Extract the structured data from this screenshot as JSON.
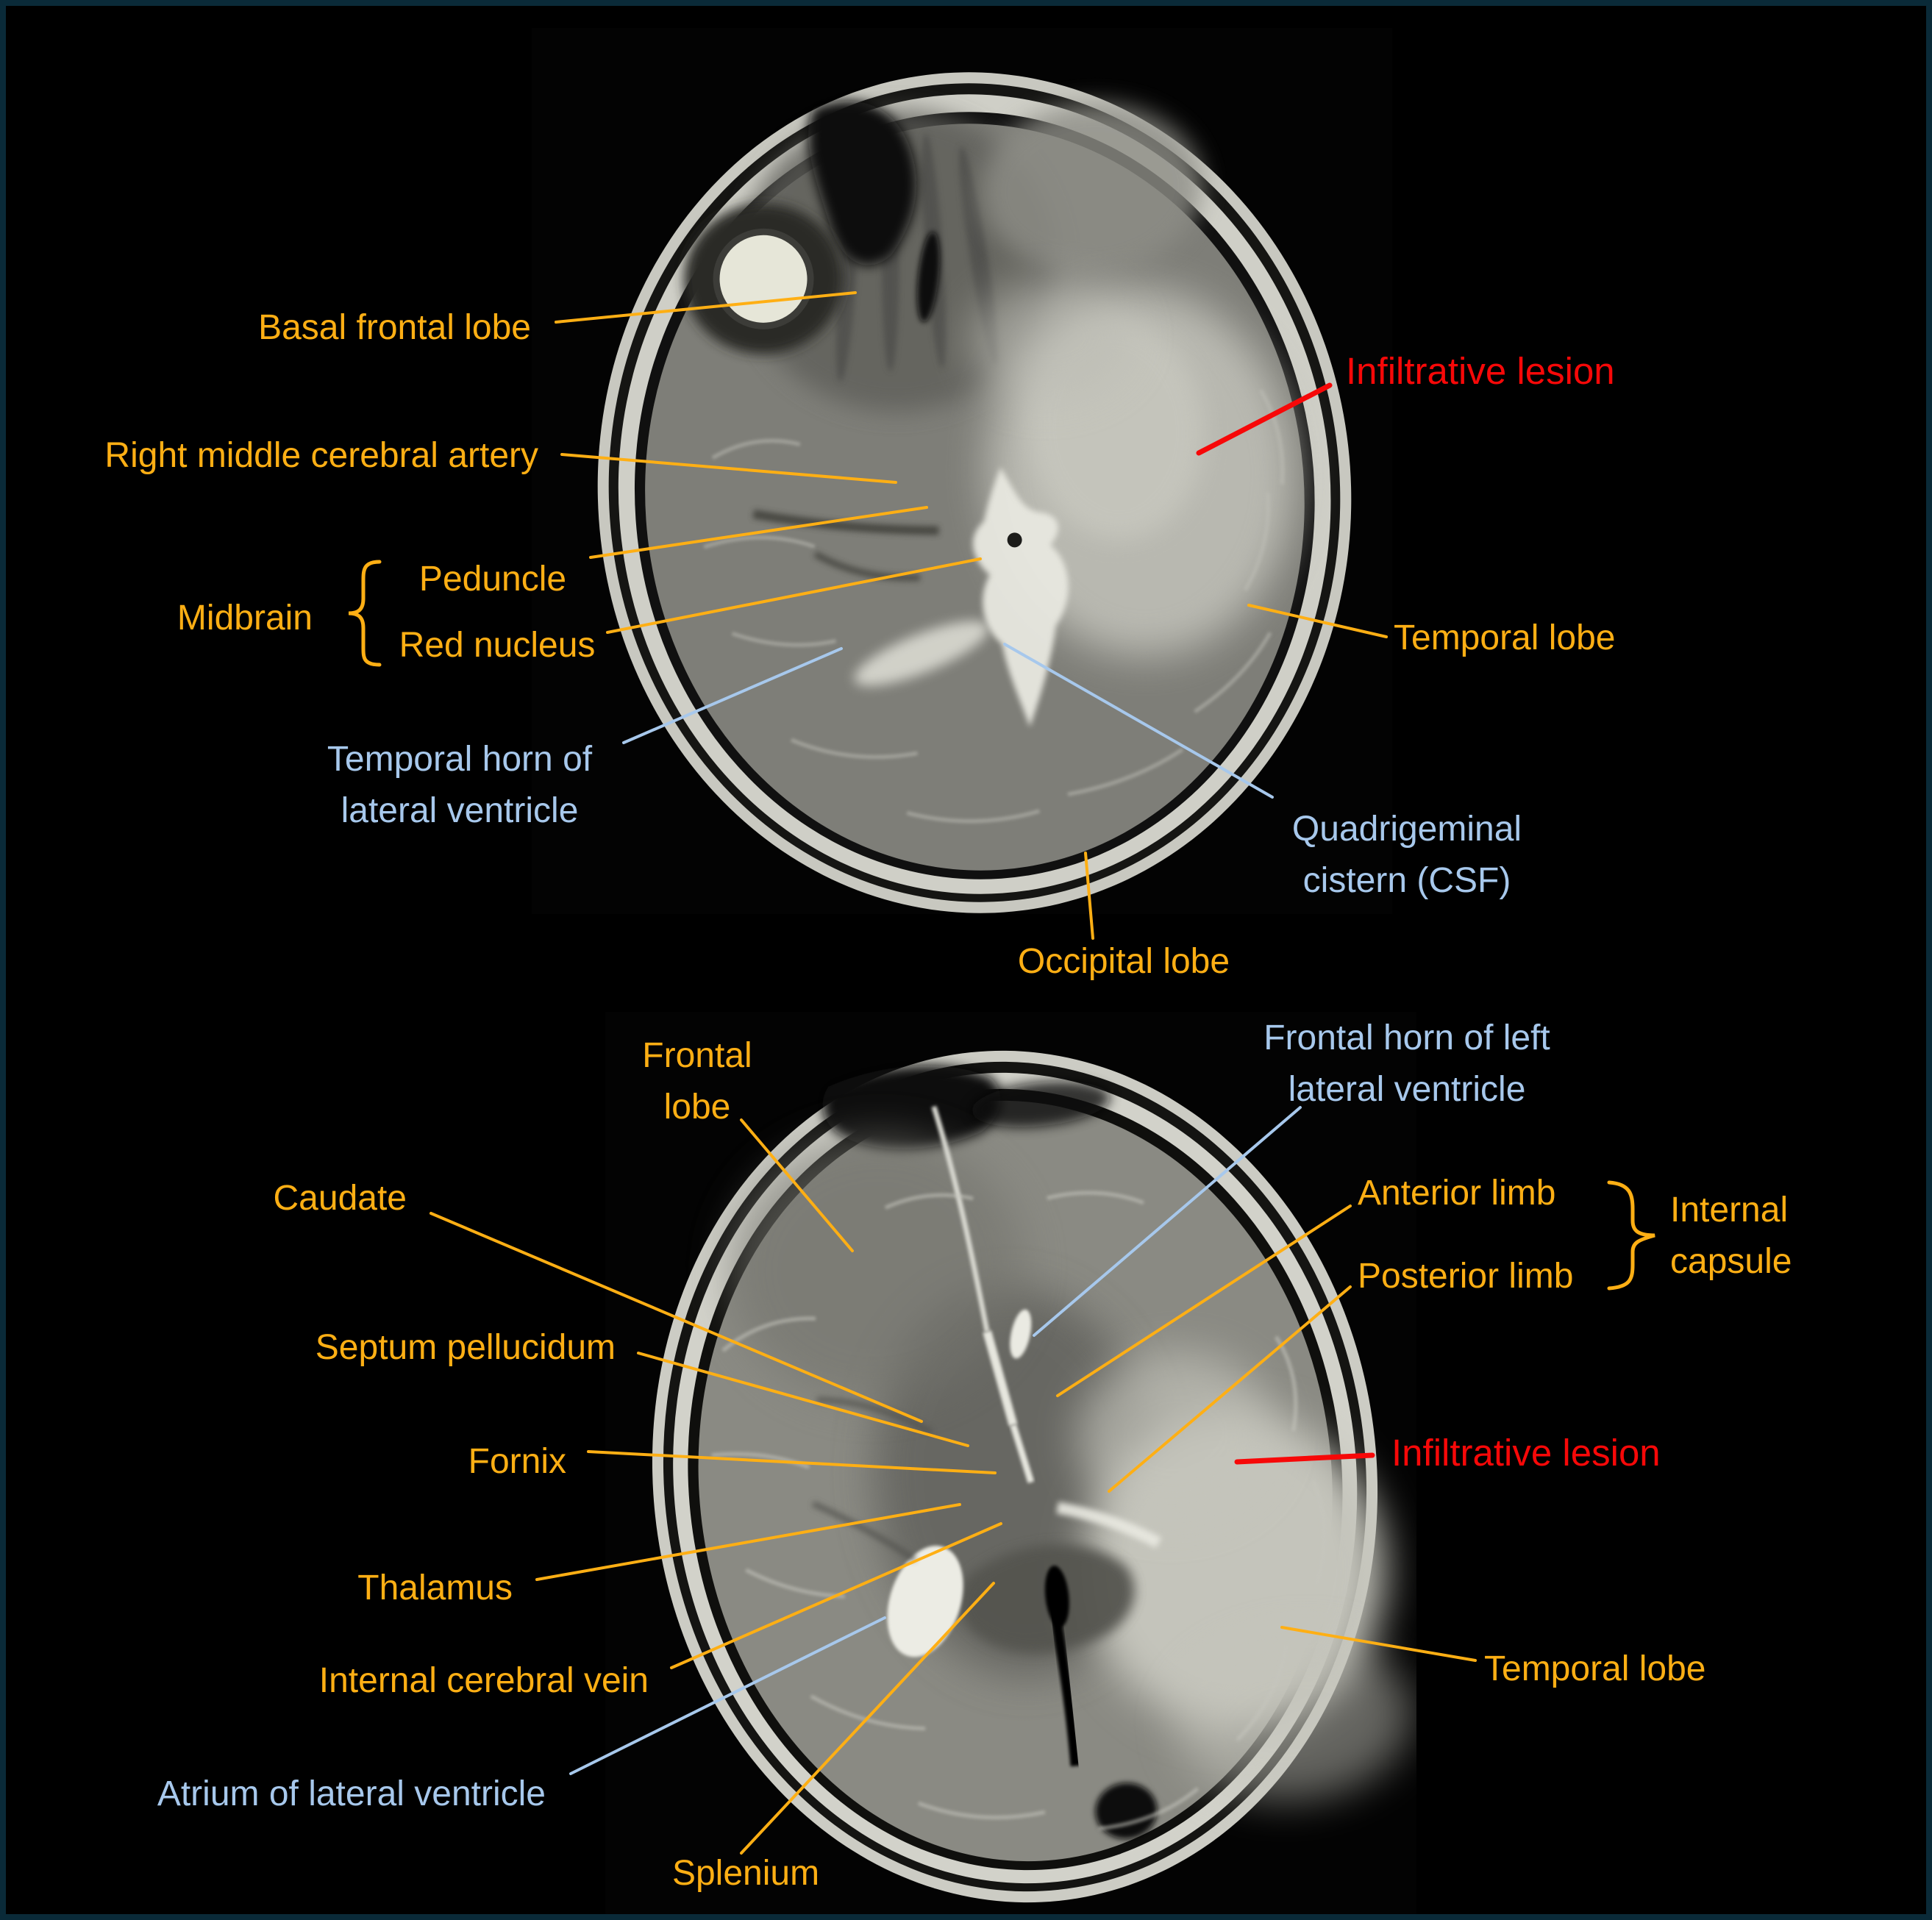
{
  "palette": {
    "anatomy_label_color": "#FFAF14",
    "csf_label_color": "#A7C8EC",
    "pathology_label_color": "#F70808",
    "frame_border_color": "#0A2A38",
    "background_color": "#000000"
  },
  "labels": {
    "basal_frontal_lobe": "Basal frontal lobe",
    "infiltrative_lesion_top": "Infiltrative lesion",
    "right_mca": "Right middle cerebral artery",
    "midbrain": "Midbrain",
    "peduncle": "Peduncle",
    "red_nucleus": "Red nucleus",
    "temporal_lobe_top": "Temporal lobe",
    "temporal_horn_line1": "Temporal horn of",
    "temporal_horn_line2": "lateral ventricle",
    "quadrigeminal_line1": "Quadrigeminal",
    "quadrigeminal_line2": "cistern (CSF)",
    "occipital_lobe": "Occipital lobe",
    "frontal_lobe_line1": "Frontal",
    "frontal_lobe_line2": "lobe",
    "frontal_horn_line1": "Frontal horn of left",
    "frontal_horn_line2": "lateral ventricle",
    "caudate": "Caudate",
    "anterior_limb": "Anterior limb",
    "posterior_limb": "Posterior limb",
    "internal_capsule_line1": "Internal",
    "internal_capsule_line2": "capsule",
    "septum_pellucidum": "Septum pellucidum",
    "fornix": "Fornix",
    "infiltrative_lesion_bottom": "Infiltrative lesion",
    "thalamus": "Thalamus",
    "internal_cerebral_vein": "Internal cerebral vein",
    "temporal_lobe_bottom": "Temporal lobe",
    "atrium_lateral_ventricle": "Atrium of lateral ventricle",
    "splenium": "Splenium"
  }
}
